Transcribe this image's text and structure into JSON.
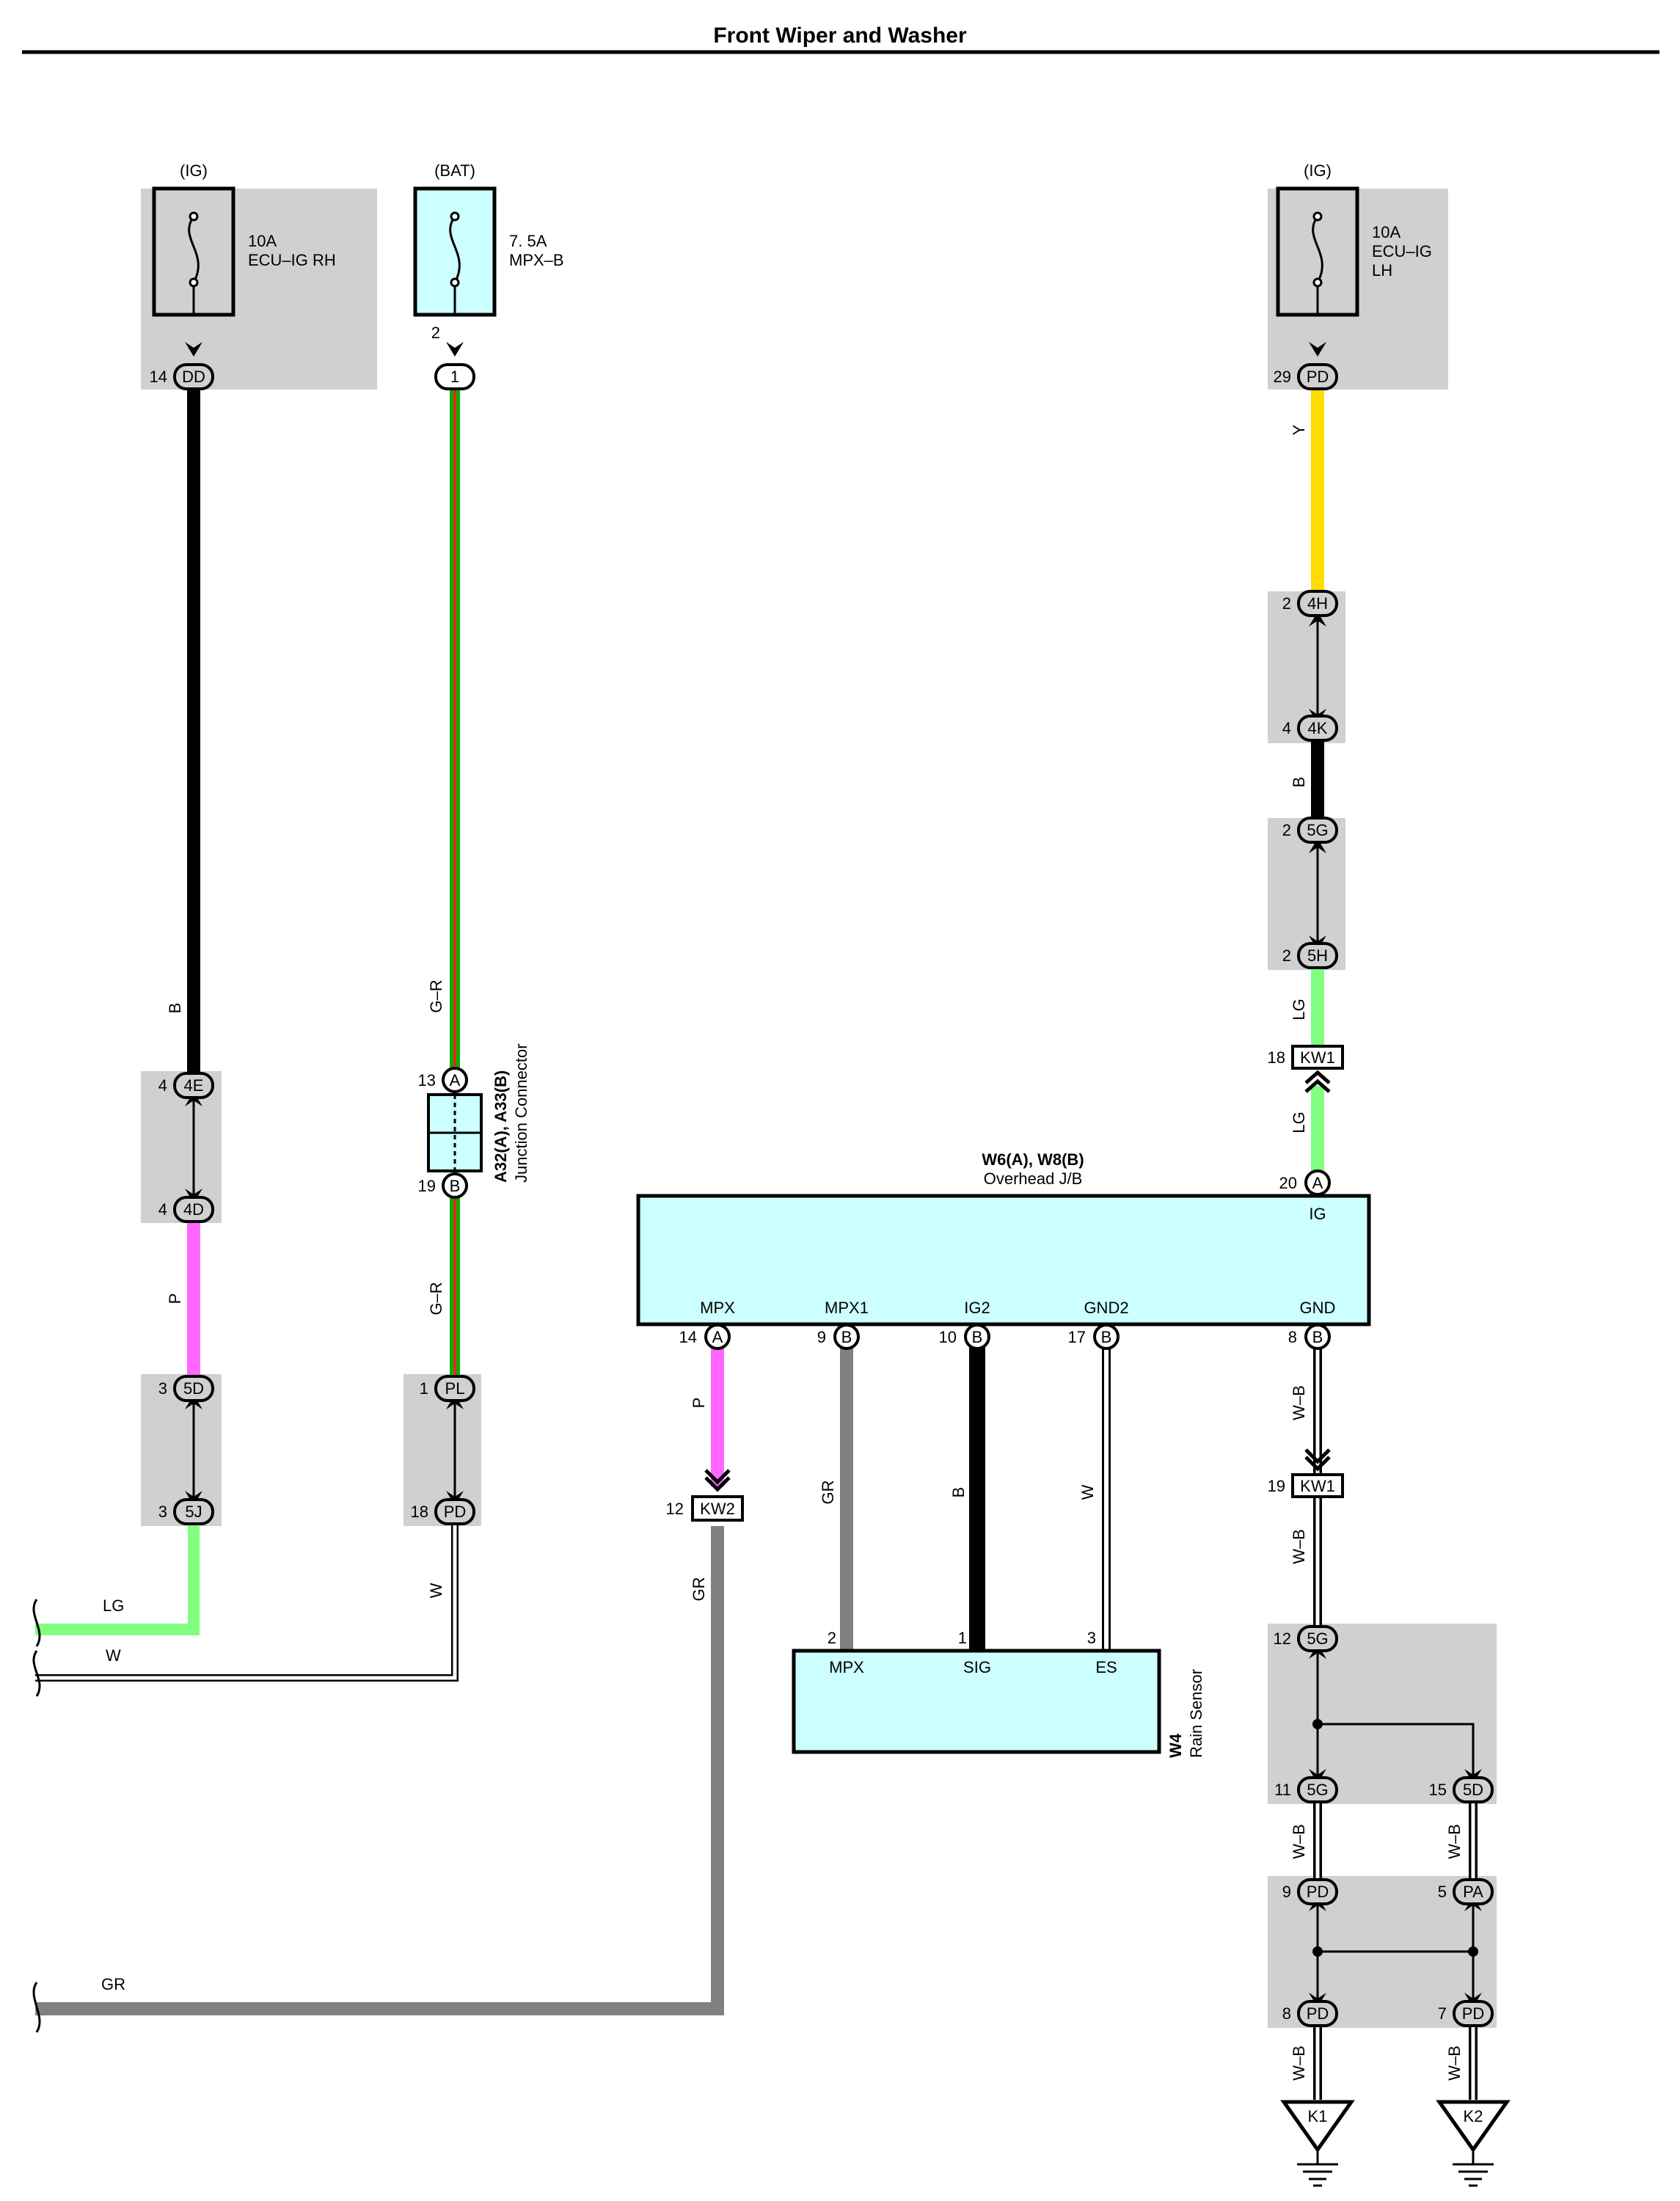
{
  "title": "Front Wiper and Washer",
  "colors": {
    "shade": "#d0d0d0",
    "device_fill": "#ccffff",
    "wire_B": "#000000",
    "wire_P": "#ff66ff",
    "wire_LG": "#80ff80",
    "wire_Y": "#ffdd00",
    "wire_GR": "#808080",
    "wire_G": "#00b000",
    "wire_R": "#ff2020"
  },
  "fuses": [
    {
      "id": "ig-rh",
      "supply": "(IG)",
      "rating": "10A",
      "name": "ECU–IG RH",
      "pin": "14",
      "connector": "DD"
    },
    {
      "id": "bat",
      "supply": "(BAT)",
      "rating": "7. 5A",
      "name": "MPX–B",
      "fuse_pin": "2",
      "pin": "1"
    },
    {
      "id": "ig-lh",
      "supply": "(IG)",
      "rating": "10A",
      "name_line1": "ECU–IG",
      "name_line2": "LH",
      "pin": "29",
      "connector": "PD"
    }
  ],
  "column1": {
    "wire1": "B",
    "c1": {
      "pin": "4",
      "code": "4E"
    },
    "c2": {
      "pin": "4",
      "code": "4D"
    },
    "wire2": "P",
    "c3": {
      "pin": "3",
      "code": "5D"
    },
    "c4": {
      "pin": "3",
      "code": "5J"
    },
    "wire_out": "LG"
  },
  "column2": {
    "wire1": "G–R",
    "jc": {
      "pin_a": "13",
      "code_a": "A",
      "pin_b": "19",
      "code_b": "B",
      "ref": "A32(A), A33(B)",
      "name": "Junction Connector"
    },
    "wire2": "G–R",
    "c1": {
      "pin": "1",
      "code": "PL"
    },
    "c2": {
      "pin": "18",
      "code": "PD"
    },
    "wire_out": "W"
  },
  "left_edge": {
    "lg": "LG",
    "w": "W",
    "gr": "GR"
  },
  "column3": {
    "wire_y": "Y",
    "c1": {
      "pin": "2",
      "code": "4H"
    },
    "c2": {
      "pin": "4",
      "code": "4K"
    },
    "wire_b": "B",
    "c3": {
      "pin": "2",
      "code": "5G"
    },
    "c4": {
      "pin": "2",
      "code": "5H"
    },
    "wire_lg1": "LG",
    "kw1a": {
      "pin": "18",
      "code": "KW1"
    },
    "wire_lg2": "LG"
  },
  "jb": {
    "ref": "W6(A), W8(B)",
    "name": "Overhead J/B",
    "ig": {
      "pin": "20",
      "code": "A",
      "label": "IG"
    },
    "pins": [
      {
        "label": "MPX",
        "pin": "14",
        "code": "A",
        "wire": "P"
      },
      {
        "label": "MPX1",
        "pin": "9",
        "code": "B",
        "wire": "GR"
      },
      {
        "label": "IG2",
        "pin": "10",
        "code": "B",
        "wire": "B"
      },
      {
        "label": "GND2",
        "pin": "17",
        "code": "B",
        "wire": "W"
      },
      {
        "label": "GND",
        "pin": "8",
        "code": "B",
        "wire": "W–B"
      }
    ]
  },
  "kw2": {
    "pin": "12",
    "code": "KW2",
    "wire": "GR"
  },
  "sensor": {
    "ref": "W4",
    "name": "Rain Sensor",
    "pins": [
      {
        "label": "MPX",
        "pin": "2"
      },
      {
        "label": "SIG",
        "pin": "1"
      },
      {
        "label": "ES",
        "pin": "3"
      }
    ]
  },
  "ground": {
    "kw1b": {
      "pin": "19",
      "code": "KW1"
    },
    "wire1": "W–B",
    "c1": {
      "pin": "12",
      "code": "5G"
    },
    "c2": {
      "pin": "11",
      "code": "5G"
    },
    "c3": {
      "pin": "15",
      "code": "5D"
    },
    "wire_l": "W–B",
    "wire_r": "W–B",
    "c4": {
      "pin": "9",
      "code": "PD"
    },
    "c5": {
      "pin": "5",
      "code": "PA"
    },
    "c6": {
      "pin": "8",
      "code": "PD"
    },
    "c7": {
      "pin": "7",
      "code": "PD"
    },
    "wire_g1": "W–B",
    "wire_g2": "W–B",
    "k1": "K1",
    "k2": "K2"
  }
}
